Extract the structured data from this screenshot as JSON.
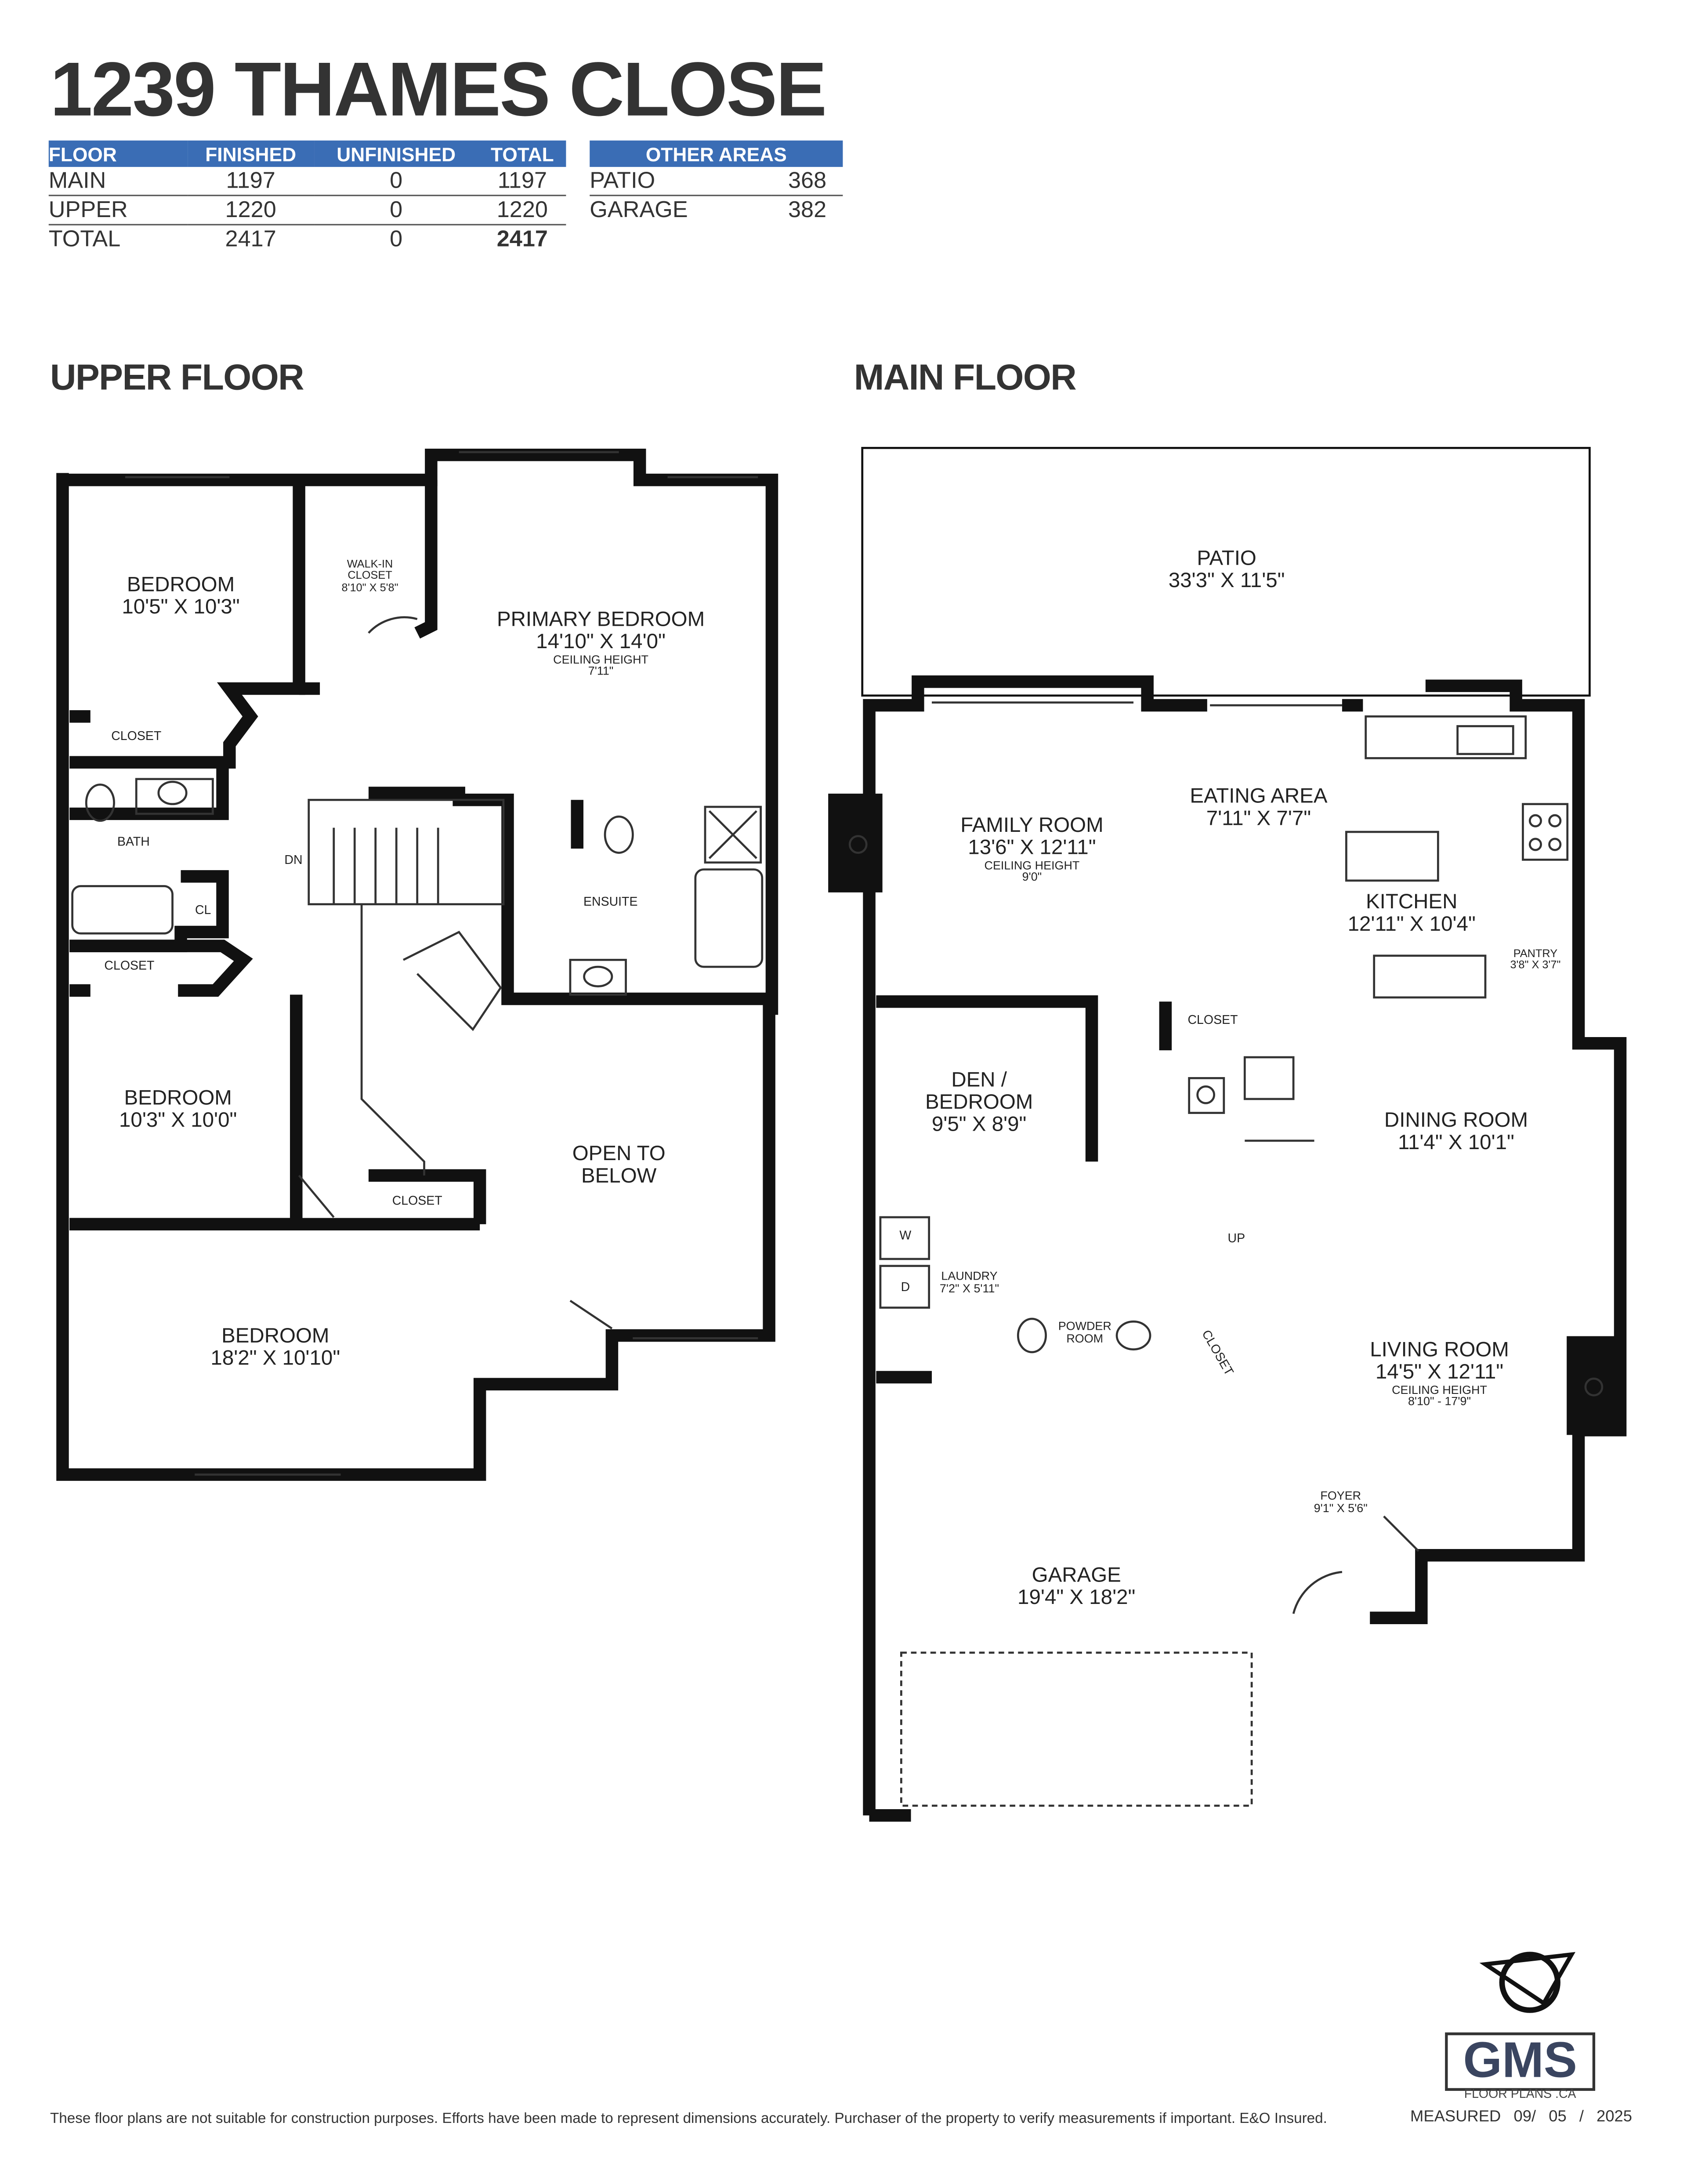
{
  "title": "1239 THAMES CLOSE",
  "area_table": {
    "headers": [
      "FLOOR",
      "FINISHED",
      "UNFINISHED",
      "TOTAL"
    ],
    "rows": [
      {
        "floor": "MAIN",
        "finished": "1197",
        "unfinished": "0",
        "total": "1197"
      },
      {
        "floor": "UPPER",
        "finished": "1220",
        "unfinished": "0",
        "total": "1220"
      },
      {
        "floor": "TOTAL",
        "finished": "2417",
        "unfinished": "0",
        "total": "2417"
      }
    ]
  },
  "other_areas": {
    "header": "OTHER AREAS",
    "rows": [
      {
        "name": "PATIO",
        "value": "368"
      },
      {
        "name": "GARAGE",
        "value": "382"
      }
    ]
  },
  "upper_floor": {
    "heading": "UPPER FLOOR",
    "rooms": [
      {
        "name": "BEDROOM",
        "dims": "10'5\" X 10'3\""
      },
      {
        "name": "WALK-IN CLOSET",
        "dims": "8'10\" X 5'8\""
      },
      {
        "name": "PRIMARY BEDROOM",
        "dims": "14'10\" X 14'0\"",
        "extra": "CEILING HEIGHT",
        "extra2": "7'11\""
      },
      {
        "name": "CLOSET"
      },
      {
        "name": "BATH"
      },
      {
        "name": "DN"
      },
      {
        "name": "CL"
      },
      {
        "name": "ENSUITE"
      },
      {
        "name": "CLOSET"
      },
      {
        "name": "BEDROOM",
        "dims": "10'3\" X 10'0\""
      },
      {
        "name": "OPEN TO",
        "dims": "BELOW"
      },
      {
        "name": "CLOSET"
      },
      {
        "name": "BEDROOM",
        "dims": "18'2\" X 10'10\""
      }
    ]
  },
  "main_floor": {
    "heading": "MAIN FLOOR",
    "rooms": [
      {
        "name": "PATIO",
        "dims": "33'3\" X 11'5\""
      },
      {
        "name": "EATING AREA",
        "dims": "7'11\" X 7'7\""
      },
      {
        "name": "FAMILY ROOM",
        "dims": "13'6\" X 12'11\"",
        "extra": "CEILING HEIGHT",
        "extra2": "9'0\""
      },
      {
        "name": "KITCHEN",
        "dims": "12'11\" X 10'4\""
      },
      {
        "name": "PANTRY",
        "dims": "3'8\" X 3'7\""
      },
      {
        "name": "CLOSET"
      },
      {
        "name": "DEN /",
        "dims": "BEDROOM",
        "extra": "9'5\" X 8'9\""
      },
      {
        "name": "DINING ROOM",
        "dims": "11'4\" X 10'1\""
      },
      {
        "name": "UP"
      },
      {
        "name": "LAUNDRY",
        "dims": "7'2\" X 5'11\""
      },
      {
        "name": "POWDER",
        "dims": "ROOM"
      },
      {
        "name": "CLOSET"
      },
      {
        "name": "LIVING ROOM",
        "dims": "14'5\" X 12'11\"",
        "extra": "CEILING HEIGHT",
        "extra2": "8'10\" - 17'9\""
      },
      {
        "name": "FOYER",
        "dims": "9'1\" X 5'6\""
      },
      {
        "name": "GARAGE",
        "dims": "19'4\" X 18'2\""
      },
      {
        "name": "W"
      },
      {
        "name": "D"
      }
    ]
  },
  "logo": {
    "text": "GMS",
    "subtext": "FLOOR PLANS .CA"
  },
  "footer": {
    "disclaimer": "These floor plans are not suitable for construction purposes. Efforts have been made to represent dimensions accurately.  Purchaser of the property to verify measurements if important.  E&O Insured.",
    "measured_label": "MEASURED",
    "measured_date": "09/ 05 / 2025"
  },
  "colors": {
    "header_blue": "#3a6db5",
    "wall": "#111111",
    "text": "#222222"
  }
}
